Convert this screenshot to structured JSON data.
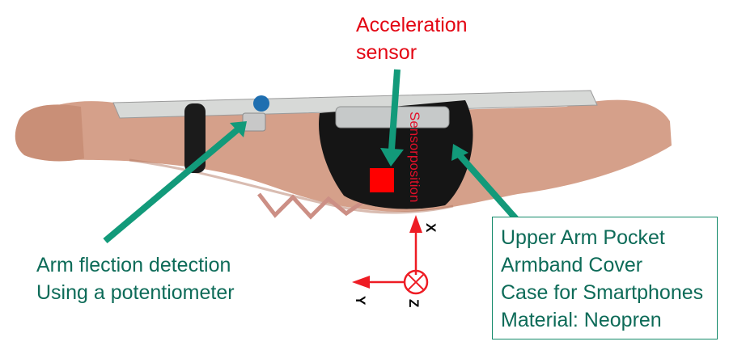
{
  "colors": {
    "label_green": "#0d6b58",
    "label_red": "#e30613",
    "arrow_teal": "#129a7a",
    "axis_red": "#ee1c24"
  },
  "labels": {
    "acceleration_sensor": [
      "Acceleration",
      "sensor"
    ],
    "arm_flection": [
      "Arm flection detection",
      "Using a potentiometer"
    ],
    "upper_arm_pocket": [
      "Upper Arm Pocket",
      "Armband Cover",
      "Case for Smartphones",
      "Material: Neopren"
    ]
  },
  "pocket_print": "Sensorposition",
  "axes": {
    "x": "X",
    "y": "Y",
    "z": "Z"
  }
}
